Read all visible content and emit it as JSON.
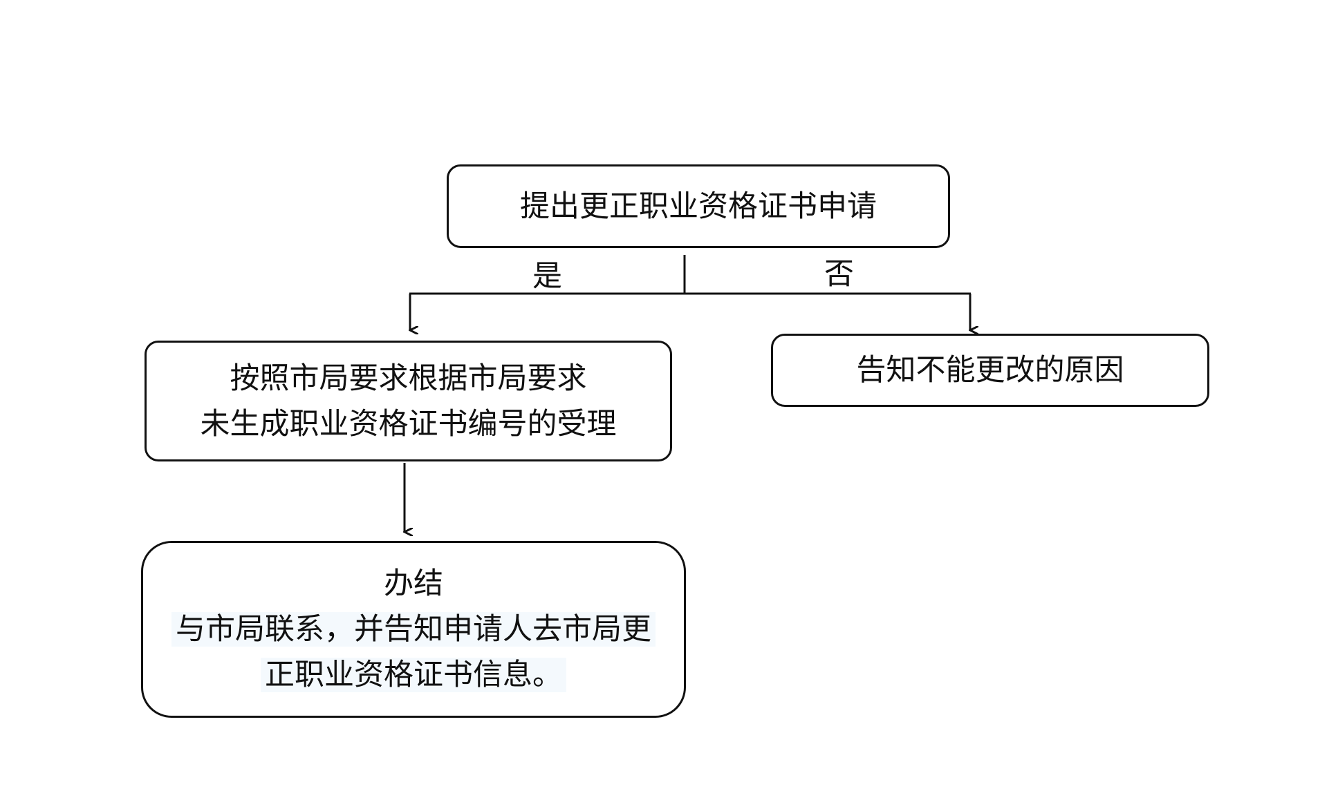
{
  "nodes": {
    "submit": {
      "lines": [
        "提出更正职业资格证书申请"
      ]
    },
    "accept": {
      "lines": [
        "按照市局要求根据市局要求",
        "未生成职业资格证书编号的受理"
      ]
    },
    "reject": {
      "lines": [
        "告知不能更改的原因"
      ]
    },
    "done": {
      "title": "办结",
      "lines": [
        "与市局联系，并告知申请人去市局更",
        "正职业资格证书信息。"
      ]
    }
  },
  "edges": {
    "yes_label": "是",
    "no_label": "否"
  },
  "colors": {
    "stroke": "#111111",
    "background": "#ffffff",
    "text_highlight": "#f4f9fd"
  }
}
